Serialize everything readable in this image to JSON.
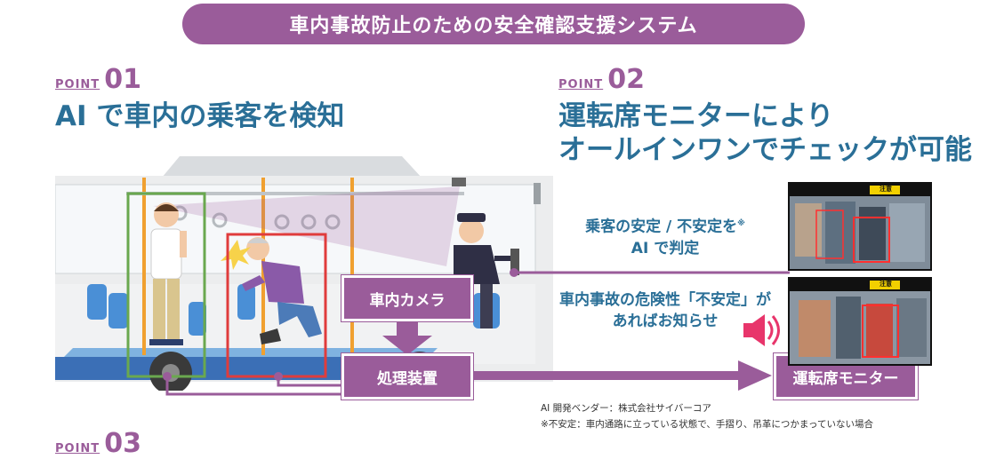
{
  "banner": {
    "title": "車内事故防止のための安全確認支援システム"
  },
  "point1": {
    "label": "POINT",
    "number": "01",
    "title": "AI で車内の乗客を検知"
  },
  "point2": {
    "label": "POINT",
    "number": "02",
    "title_line1": "運転席モニターにより",
    "title_line2": "オールインワンでチェックが可能"
  },
  "point3": {
    "label": "POINT",
    "number": "03"
  },
  "diagram": {
    "camera_box": "車内カメラ",
    "processor_box": "処理装置",
    "monitor_box": "運転席モニター",
    "feature1_line1": "乗客の安定 / 不安定を",
    "feature1_mark": "※",
    "feature1_line2": "AI で判定",
    "feature2_line1": "車内事故の危険性「不安定」が",
    "feature2_line2": "あればお知らせ"
  },
  "monitor_screens": {
    "status_label_top": "注意",
    "status_label_bottom": "注意"
  },
  "notes": {
    "vendor": "AI 開発ベンダー：株式会社サイバーコア",
    "definition": "※不安定：車内通路に立っている状態で、手摺り、吊革につかまっていない場合"
  },
  "colors": {
    "accent": "#9a5c9a",
    "heading": "#2a6f97",
    "stable_frame": "#6aa84f",
    "unstable_frame": "#e03c3c"
  }
}
